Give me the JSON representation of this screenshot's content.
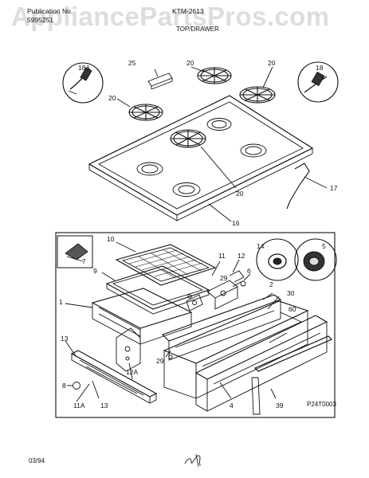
{
  "header": {
    "publication_label": "Publication No.",
    "publication_number": "5995251",
    "model": "KTM-2613",
    "section_title": "TOP/DRAWER",
    "watermark": "AppliancePartsPros.com"
  },
  "callouts": {
    "grate_upper_left": "20",
    "grate_center": "20",
    "grate_right": "20",
    "grate_front": "20",
    "part_25": "25",
    "part_18a": "18A",
    "part_18": "18",
    "part_17": "17",
    "part_16": "16",
    "part_7": "7",
    "part_10": "10",
    "part_9": "9",
    "part_1": "1",
    "part_11": "11",
    "part_12": "12",
    "part_29a": "29",
    "part_29b": "29",
    "part_6": "6",
    "part_2": "2",
    "part_14": "14",
    "part_5": "5",
    "part_30": "30",
    "part_60": "60",
    "part_13a": "13",
    "part_13b": "13",
    "part_12a": "12A",
    "part_8": "8",
    "part_11a": "11A",
    "part_4": "4",
    "part_39": "39"
  },
  "footer": {
    "figure_code": "P24T0003",
    "date": "03/94"
  }
}
